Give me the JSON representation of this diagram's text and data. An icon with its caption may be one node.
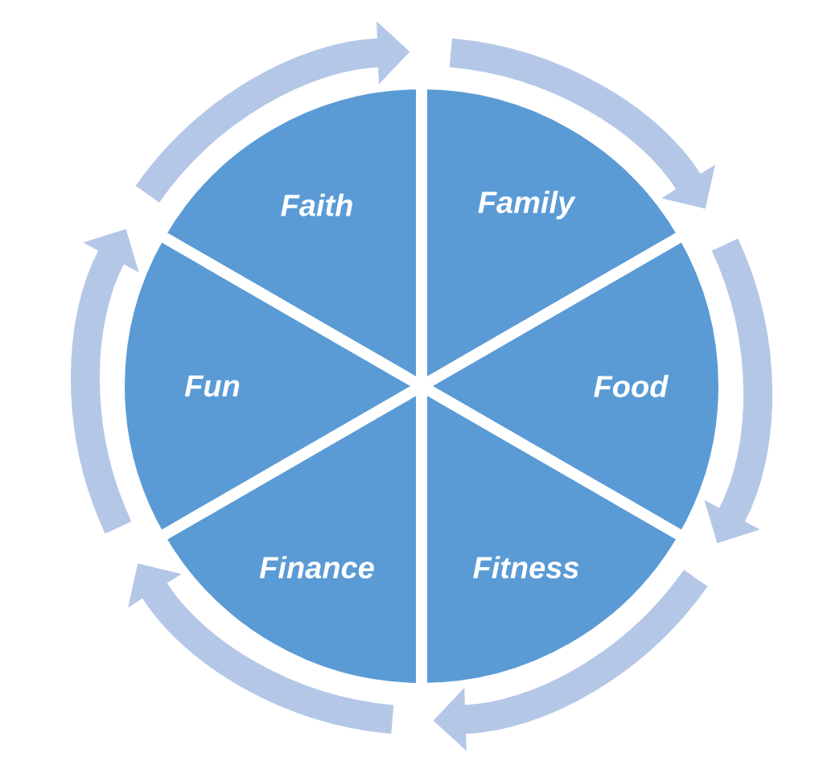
{
  "diagram": {
    "nodes": [
      {
        "text": [
          "Faith"
        ]
      },
      {
        "text": [
          "Family"
        ]
      },
      {
        "text": [
          "Food"
        ]
      },
      {
        "text": [
          "Fitness"
        ]
      },
      {
        "text": [
          "Finance"
        ]
      },
      {
        "text": [
          "Fun"
        ]
      }
    ]
  }
}
